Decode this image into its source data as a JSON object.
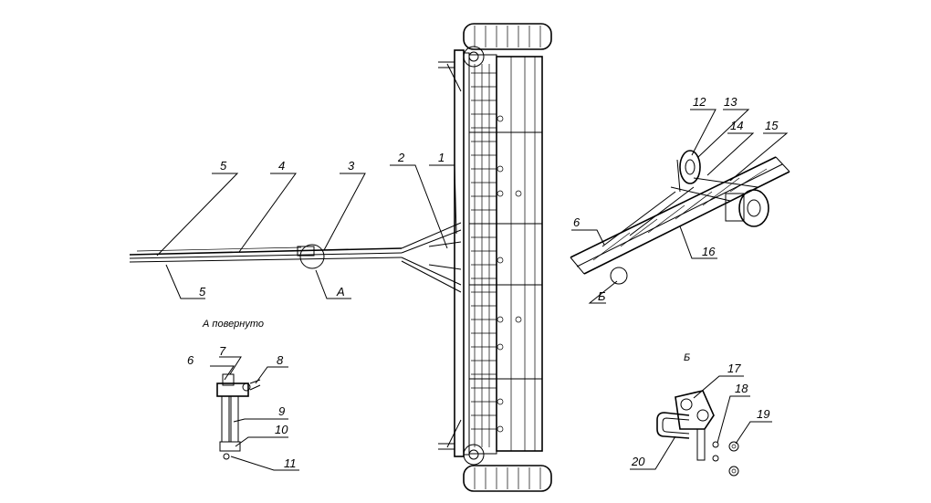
{
  "captions": {
    "view_a": "А повернуто",
    "view_b": "Б"
  },
  "callouts": {
    "c1": "1",
    "c2": "2",
    "c3": "3",
    "c4": "4",
    "c5a": "5",
    "c5b": "5",
    "c6a": "6",
    "c6b": "6",
    "c7": "7",
    "c8": "8",
    "c9": "9",
    "c10": "10",
    "c11": "11",
    "c12": "12",
    "c13": "13",
    "c14": "14",
    "c15": "15",
    "c16": "16",
    "c17": "17",
    "c18": "18",
    "c19": "19",
    "c20": "20",
    "ca": "А",
    "cb": "Б"
  }
}
